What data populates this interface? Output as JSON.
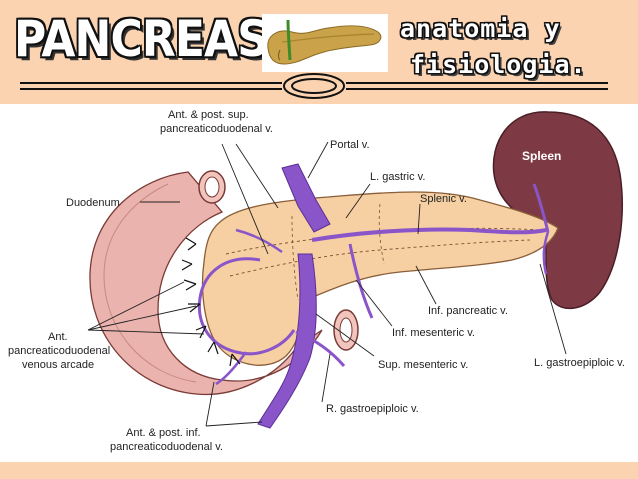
{
  "title": {
    "main": "PANCREAS:",
    "sub_line1": "anatomia y",
    "sub_line2": "fisiologia."
  },
  "diagram": {
    "labels": {
      "ant_post_sup_1": "Ant. & post. sup.",
      "ant_post_sup_2": "pancreaticoduodenal v.",
      "portal_v": "Portal v.",
      "l_gastric_v": "L. gastric v.",
      "splenic_v": "Splenic v.",
      "duodenum": "Duodenum",
      "spleen": "Spleen",
      "inf_pancreatic_v": "Inf. pancreatic v.",
      "inf_mesenteric_v": "Inf. mesenteric v.",
      "ant_arcade_1": "Ant.",
      "ant_arcade_2": "pancreaticoduodenal",
      "ant_arcade_3": "venous arcade",
      "sup_mesenteric_v": "Sup. mesenteric v.",
      "l_gastroepiploic_v": "L. gastroepiploic v.",
      "r_gastroepiploic_v": "R. gastroepiploic v.",
      "ant_post_inf_1": "Ant. & post. inf.",
      "ant_post_inf_2": "pancreaticoduodenal v."
    }
  },
  "colors": {
    "header_bg": "#fbd3b1",
    "pancreas": "#f6cfa3",
    "duodenum": "#eab3ad",
    "spleen": "#7d3a44",
    "veins": "#8a55c9"
  }
}
